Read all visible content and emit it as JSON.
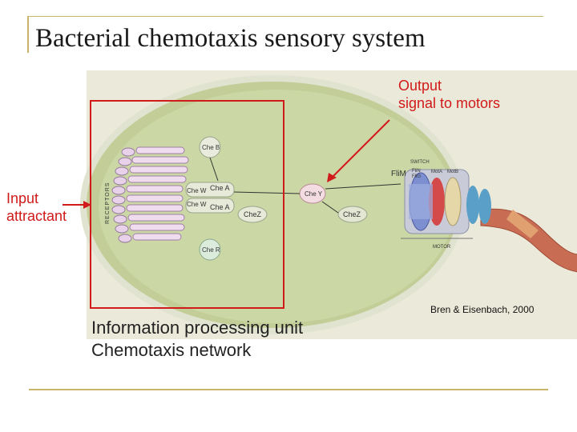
{
  "slide": {
    "title": "Bacterial chemotaxis sensory system"
  },
  "labels": {
    "output_line1": "Output",
    "output_line2": "signal to motors",
    "input_line1": "Input",
    "input_line2": "attractant",
    "processing_line1": "Information processing unit",
    "processing_line2": "Chemotaxis network",
    "credit": "Bren & Eisenbach, 2000"
  },
  "diagram": {
    "receptors_label": "RECEPTORS",
    "proteins": {
      "cheB": "Che B",
      "cheW1": "Che W",
      "cheA1": "Che A",
      "cheW2": "Che W",
      "cheA2": "Che A",
      "cheZ1": "CheZ",
      "cheY": "Che Y",
      "cheZ2": "CheZ",
      "cheR": "Che R"
    },
    "motor": {
      "switch": "SWITCH",
      "flim": "FliM",
      "flin": "FliN",
      "flig": "FliG",
      "mota": "MotA",
      "motb": "MotB",
      "motor": "MOTOR"
    }
  },
  "colors": {
    "red": "#d11a1a",
    "cell_fill": "#cdd9a2",
    "rule": "#c9b56a"
  }
}
